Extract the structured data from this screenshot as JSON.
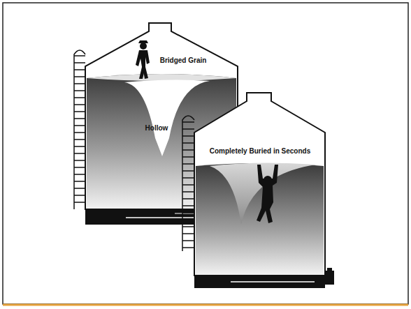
{
  "diagram": {
    "labels": [
      "Bridged Grain",
      "Hollow",
      "Completely Buried in Seconds"
    ]
  }
}
